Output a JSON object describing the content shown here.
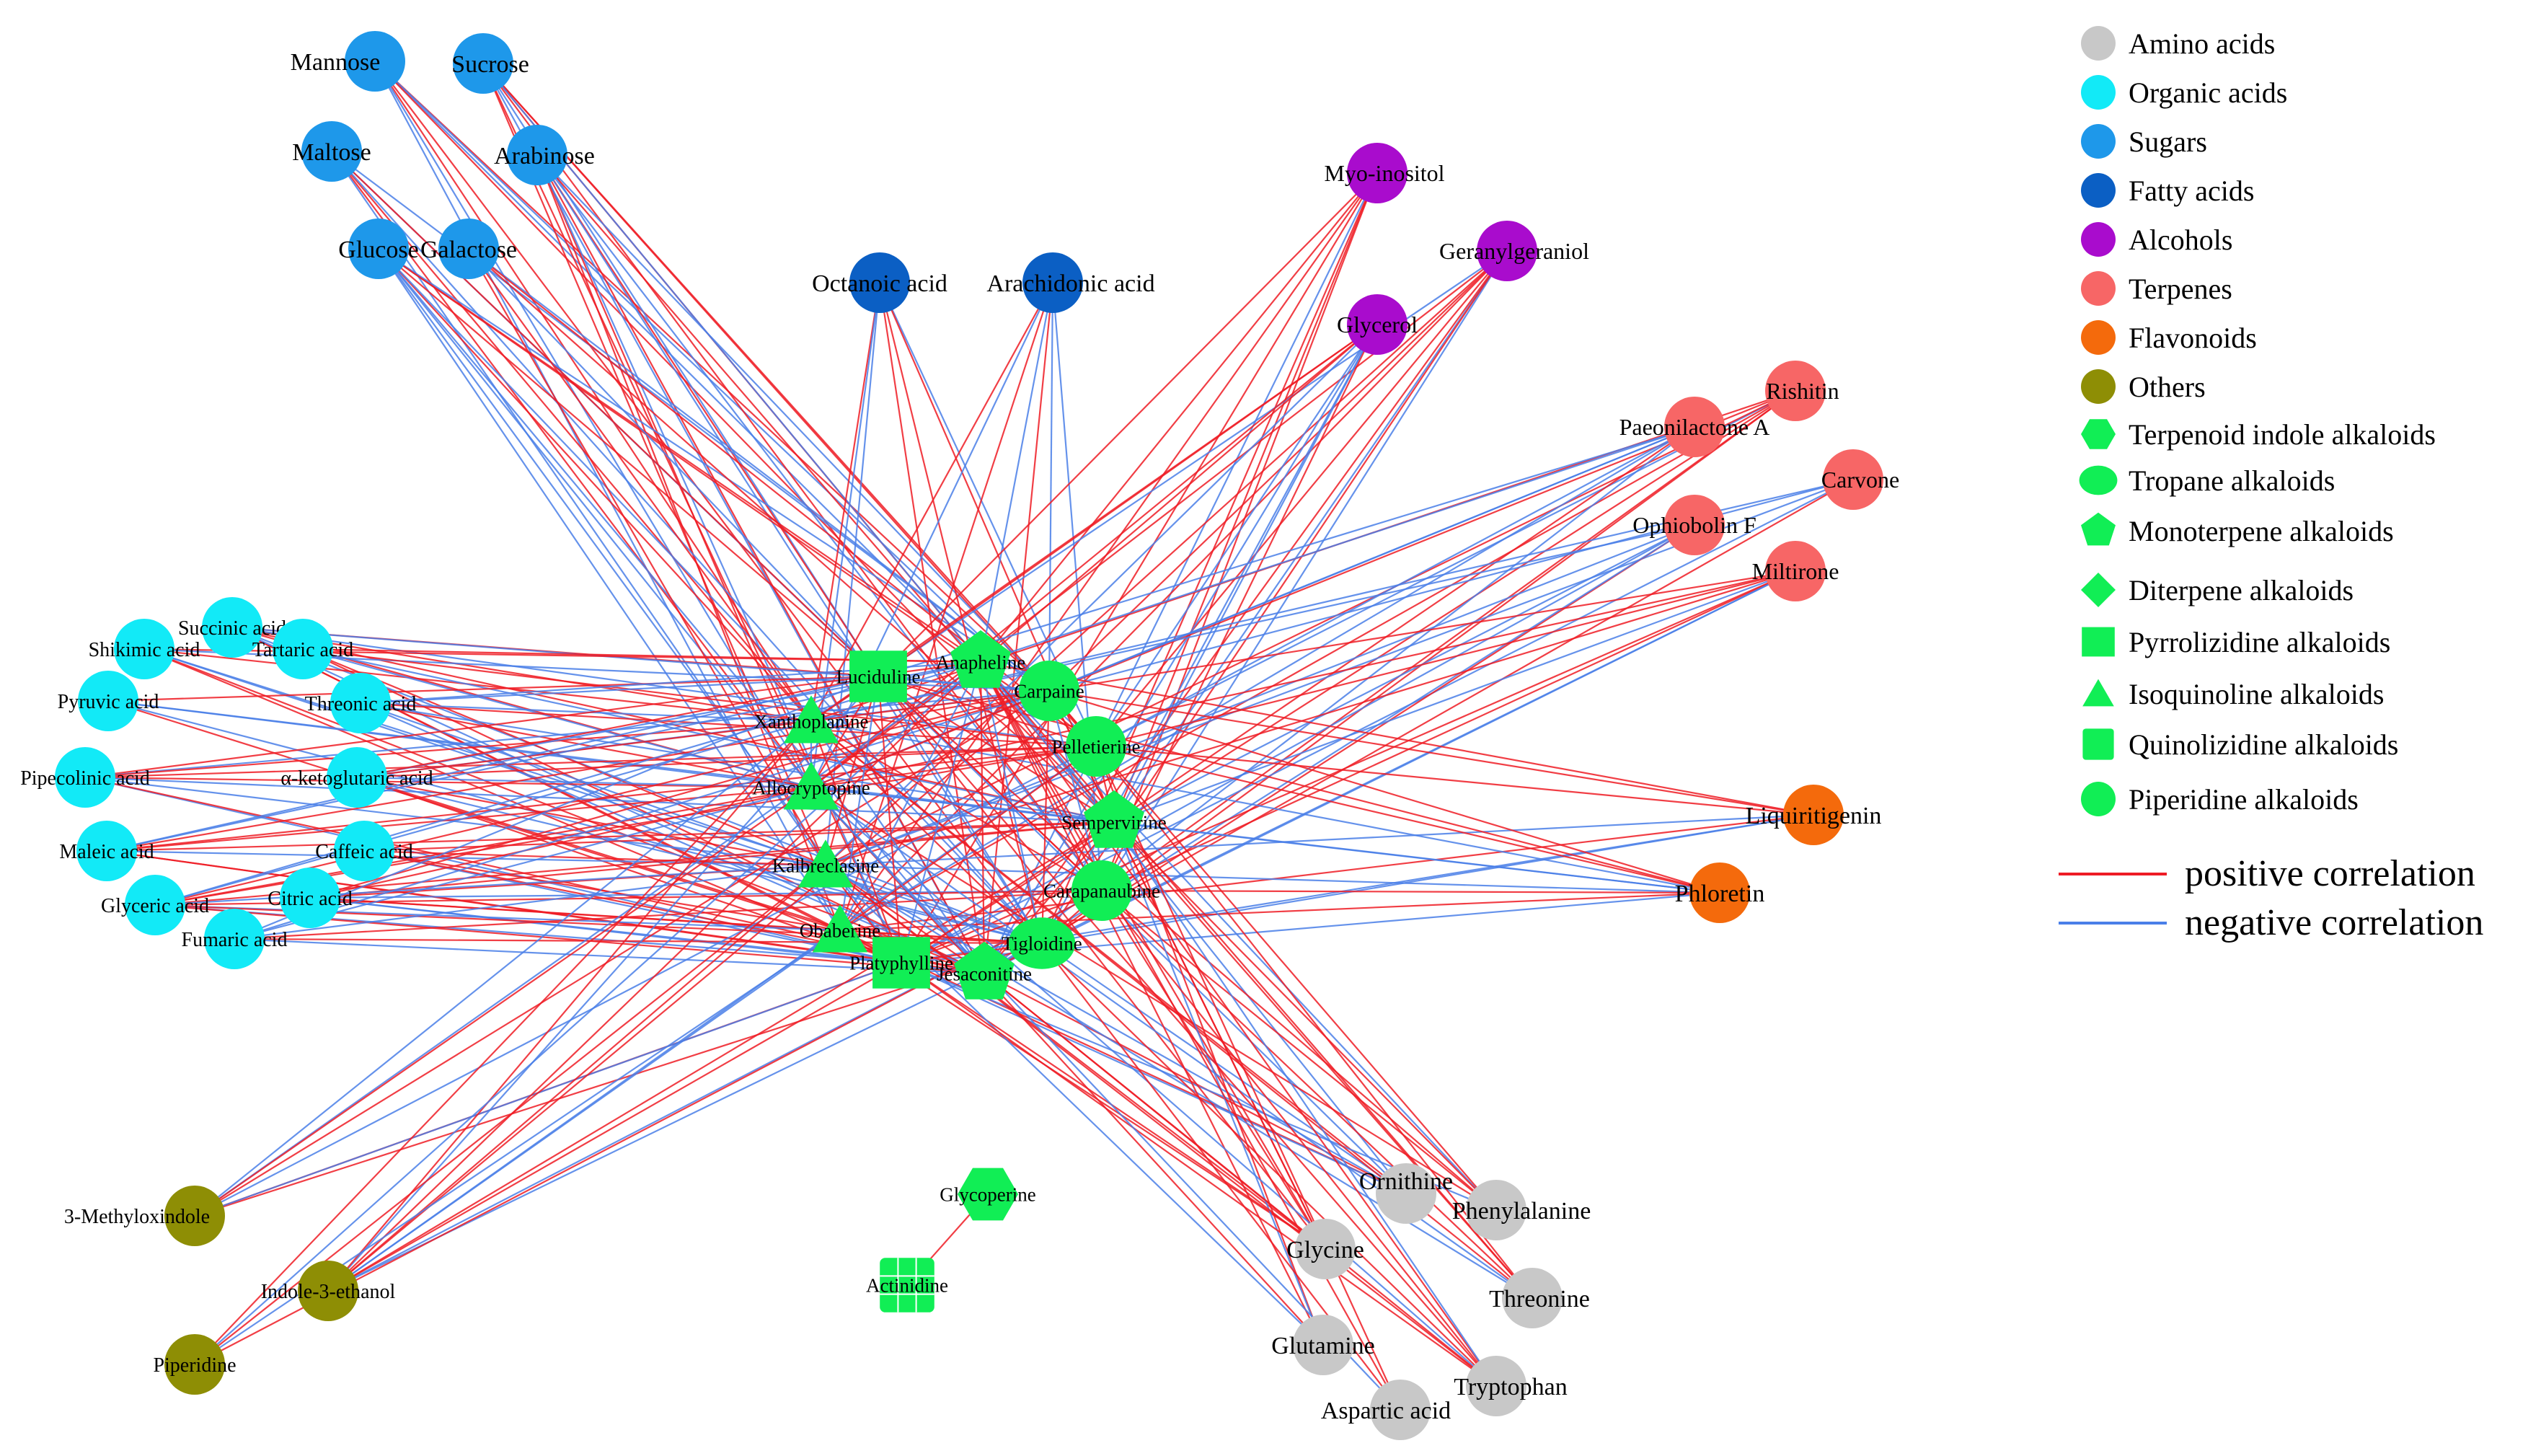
{
  "colors": {
    "amino": "#c8c8c8",
    "organic": "#12eaf7",
    "sugar": "#1e98ea",
    "fatty": "#0b5fc4",
    "alcohol": "#a90ccd",
    "terpene": "#f76666",
    "flavonoid": "#f46a0c",
    "other": "#8e8e05",
    "alkaloid": "#11ee55",
    "positive": "#ee1c25",
    "negative": "#4a7fe8"
  },
  "legend": {
    "categories": [
      {
        "label": "Amino acids",
        "shape": "circle",
        "color": "#c8c8c8"
      },
      {
        "label": "Organic acids",
        "shape": "circle",
        "color": "#12eaf7"
      },
      {
        "label": "Sugars",
        "shape": "circle",
        "color": "#1e98ea"
      },
      {
        "label": "Fatty acids",
        "shape": "circle",
        "color": "#0b5fc4"
      },
      {
        "label": "Alcohols",
        "shape": "circle",
        "color": "#a90ccd"
      },
      {
        "label": "Terpenes",
        "shape": "circle",
        "color": "#f76666"
      },
      {
        "label": "Flavonoids",
        "shape": "circle",
        "color": "#f46a0c"
      },
      {
        "label": "Others",
        "shape": "circle",
        "color": "#8e8e05"
      },
      {
        "label": "Terpenoid indole alkaloids",
        "shape": "hexagon",
        "color": "#11ee55"
      },
      {
        "label": "Tropane alkaloids",
        "shape": "ellipse",
        "color": "#11ee55"
      },
      {
        "label": "Monoterpene alkaloids",
        "shape": "pentagon",
        "color": "#11ee55"
      },
      {
        "label": "Diterpene alkaloids",
        "shape": "diamond",
        "color": "#11ee55"
      },
      {
        "label": "Pyrrolizidine alkaloids",
        "shape": "square",
        "color": "#11ee55"
      },
      {
        "label": "Isoquinoline alkaloids",
        "shape": "triangle",
        "color": "#11ee55"
      },
      {
        "label": "Quinolizidine alkaloids",
        "shape": "roundsquare",
        "color": "#11ee55"
      },
      {
        "label": "Piperidine alkaloids",
        "shape": "circle",
        "color": "#11ee55"
      }
    ],
    "lines": [
      {
        "label": "positive correlation",
        "color": "#ee1c25"
      },
      {
        "label": "negative correlation",
        "color": "#4a7fe8"
      }
    ]
  },
  "nodes": {
    "sugars": [
      "Mannose",
      "Sucrose",
      "Arabinose",
      "Maltose",
      "Glucose",
      "Galactose"
    ],
    "fatty": [
      "Octanoic acid",
      "Arachidonic acid"
    ],
    "alcohols": [
      "Myo-inositol",
      "Geranylgeraniol",
      "Glycerol"
    ],
    "terpenes": [
      "Rishitin",
      "Paeonilactone A",
      "Carvone",
      "Ophiobolin F",
      "Miltirone"
    ],
    "flavonoids": [
      "Liquiritigenin",
      "Phloretin"
    ],
    "organic": [
      "Succinic acid",
      "Shikimic acid",
      "Tartaric acid",
      "Pyruvic acid",
      "Threonic acid",
      "Pipecolinic acid",
      "α-ketoglutaric acid",
      "Maleic acid",
      "Caffeic acid",
      "Citric acid",
      "Glyceric acid",
      "Fumaric acid"
    ],
    "others": [
      "3-Methyloxindole",
      "Indole-3-ethanol",
      "Piperidine"
    ],
    "amino": [
      "Ornithine",
      "Phenylalanine",
      "Glycine",
      "Threonine",
      "Glutamine",
      "Tryptophan",
      "Aspartic acid"
    ],
    "alkaloids": [
      "Anapheline",
      "Luciduline",
      "Carpaine",
      "Xanthoplanine",
      "Pelletierine",
      "Allocryptopine",
      "Sempervirine",
      "Kalbreclasine",
      "Carapanaubine",
      "Obaberine",
      "Tigloidine",
      "Platyphylline",
      "Jesaconitine",
      "Glycoperine",
      "Actinidine"
    ]
  }
}
